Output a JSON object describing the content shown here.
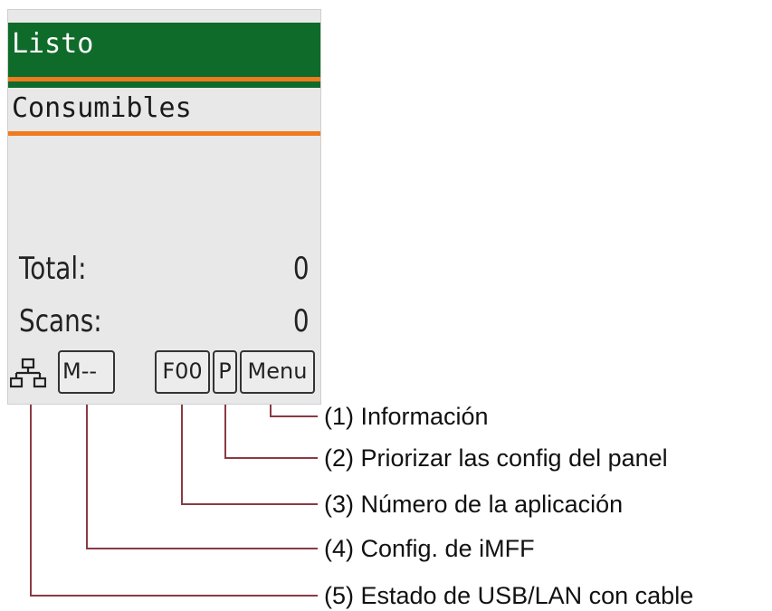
{
  "panel": {
    "status": "Listo",
    "menu_item": "Consumibles",
    "counters": [
      {
        "label": "Total:",
        "value": "0"
      },
      {
        "label": "Scans:",
        "value": "0"
      }
    ],
    "icons": {
      "network_icon": "usb-lan-network-icon",
      "imff_mode": "M--",
      "app_number": "F00",
      "priority": "P",
      "menu": "Menu"
    }
  },
  "callouts": [
    {
      "text": "(1) Información"
    },
    {
      "text": "(2) Priorizar las config del panel"
    },
    {
      "text": "(3) Número de la aplicación"
    },
    {
      "text": "(4) Config. de iMFF"
    },
    {
      "text": "(5) Estado de USB/LAN con cable"
    }
  ],
  "colors": {
    "status_bar": "#0f6b2a",
    "accent_line": "#f07a1e",
    "leader_lines": "#8b3a44"
  }
}
